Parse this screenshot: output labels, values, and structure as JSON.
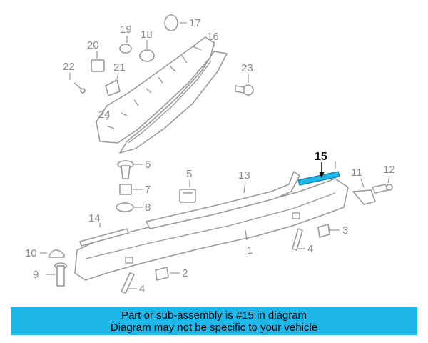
{
  "banner": {
    "line1": "Part or sub-assembly is #15 in diagram",
    "line2": "Diagram may not be specific to your vehicle",
    "background": "#1fb6e8"
  },
  "highlight": {
    "part": "15",
    "color": "#1fb6e8"
  },
  "callouts": {
    "c1": "1",
    "c2": "2",
    "c3": "3",
    "c4a": "4",
    "c4b": "4",
    "c5": "5",
    "c6": "6",
    "c7": "7",
    "c8": "8",
    "c9": "9",
    "c10": "10",
    "c11": "11",
    "c12": "12",
    "c13": "13",
    "c14": "14",
    "c15": "15",
    "c16": "16",
    "c17": "17",
    "c18": "18",
    "c19": "19",
    "c20": "20",
    "c21": "21",
    "c22": "22",
    "c23": "23",
    "c24": "24"
  }
}
